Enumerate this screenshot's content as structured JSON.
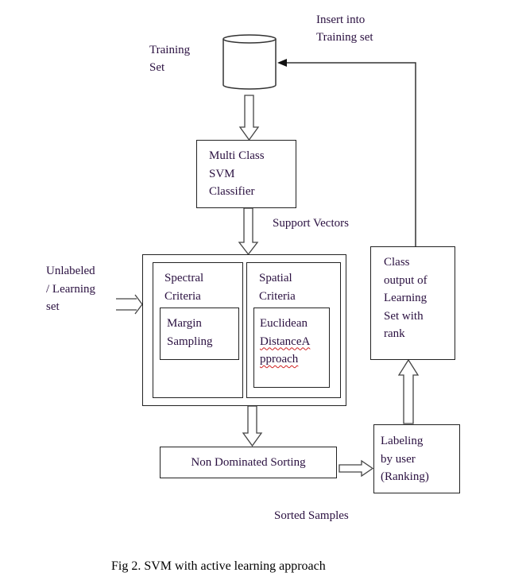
{
  "diagram": {
    "training_set_label": [
      "Training",
      "Set"
    ],
    "insert_label": [
      "Insert into",
      "Training set"
    ],
    "classifier_box": [
      "Multi Class",
      "SVM",
      "Classifier"
    ],
    "support_vectors_label": "Support Vectors",
    "unlabeled_label": [
      "Unlabeled",
      "/ Learning",
      "set"
    ],
    "spectral_panel": {
      "title": [
        "Spectral",
        "Criteria"
      ],
      "inner": [
        "Margin",
        "Sampling"
      ]
    },
    "spatial_panel": {
      "title": [
        "Spatial",
        "Criteria"
      ],
      "inner": [
        "Euclidean",
        "DistanceA",
        "pproach"
      ]
    },
    "sorting_box": "Non Dominated Sorting",
    "sorted_samples_label": "Sorted Samples",
    "labeling_box": [
      "Labeling",
      "by user",
      "(Ranking)"
    ],
    "class_output_box": [
      "Class",
      "output of",
      "Learning",
      "Set with",
      "rank"
    ]
  },
  "caption": "Fig 2.  SVM with active learning approach"
}
